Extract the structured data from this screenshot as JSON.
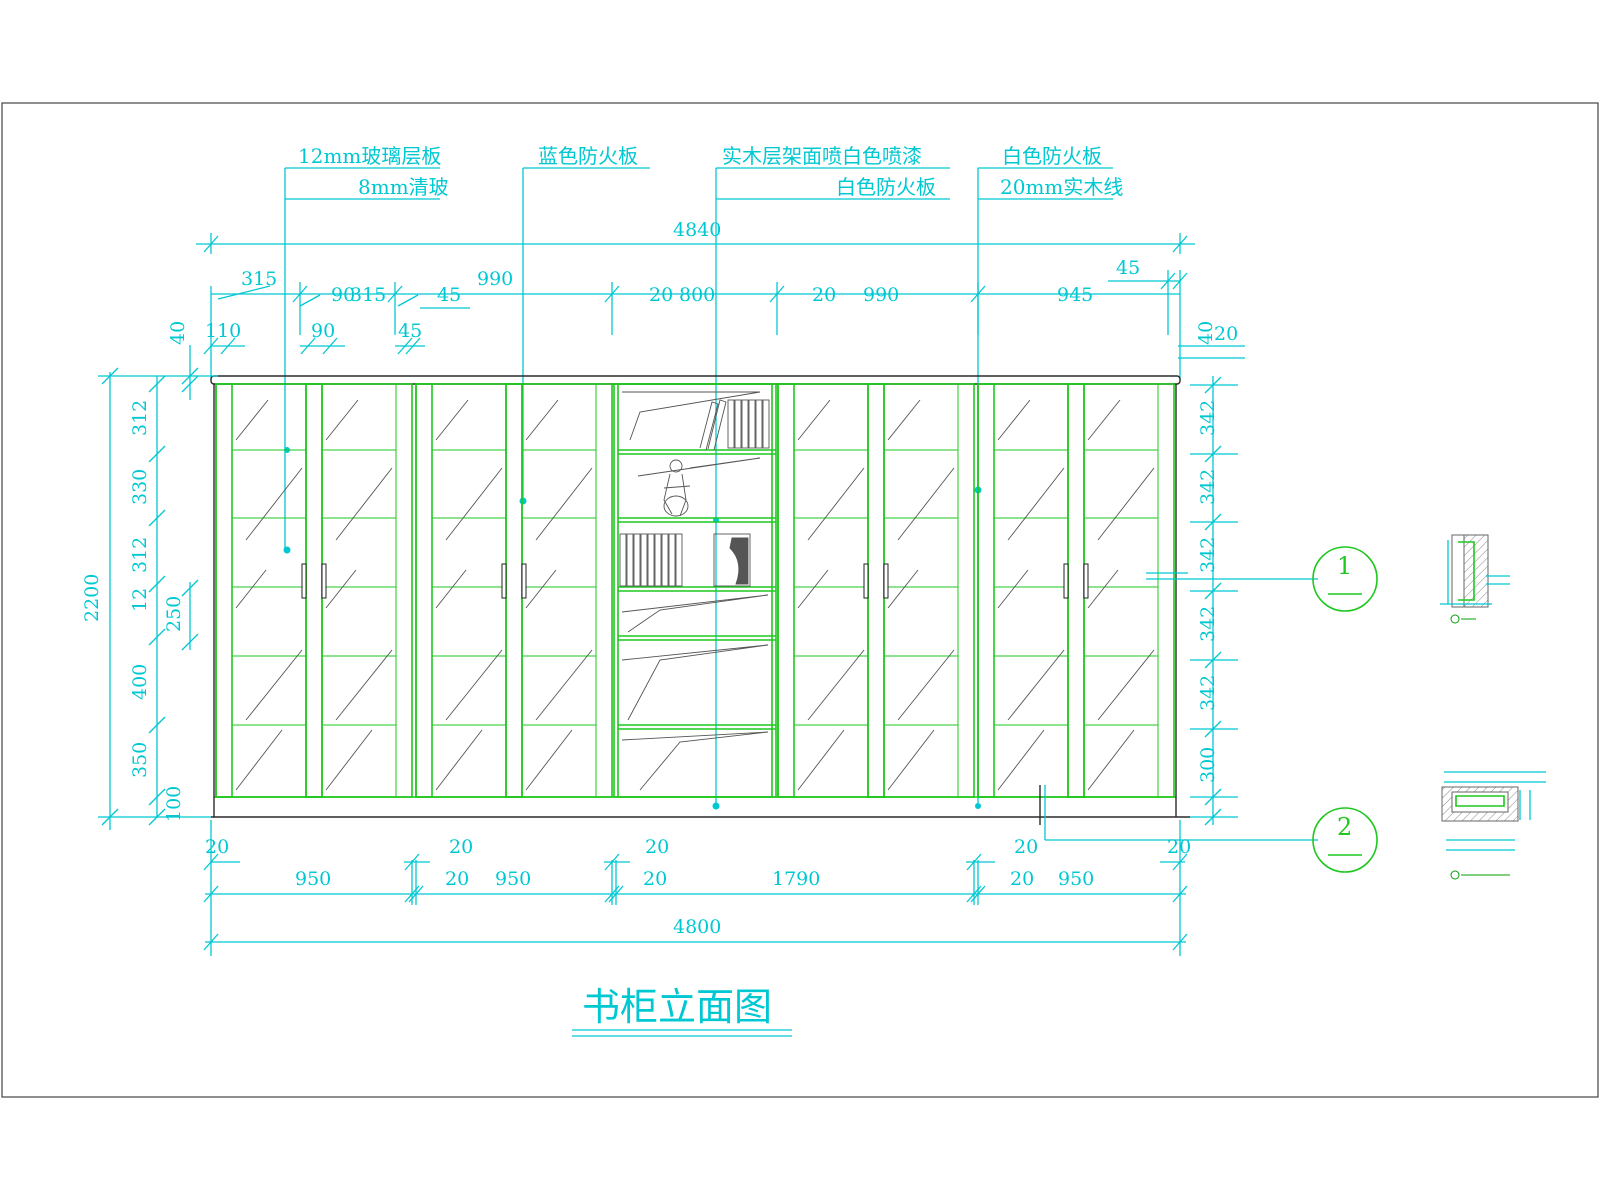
{
  "colors": {
    "cyan": "#00c8d2",
    "green": "#1ec81e",
    "black": "#222222"
  },
  "title": "书柜立面图",
  "callouts": {
    "c1_top": "12mm玻璃层板",
    "c1_bot": "8mm清玻",
    "c2_top": "蓝色防火板",
    "c3_top": "实木层架面喷白色喷漆",
    "c3_bot": "白色防火板",
    "c4_top": "白色防火板",
    "c4_bot": "20mm实木线"
  },
  "dims_top": {
    "overall": "4840",
    "r2": [
      "315",
      "90",
      "315",
      "45",
      "990",
      "20",
      "800",
      "20",
      "990",
      "945",
      "45"
    ],
    "r3": [
      "110",
      "90",
      "45",
      "40",
      "40",
      "20"
    ]
  },
  "dims_bottom": {
    "r1": [
      "20",
      "20",
      "20",
      "20",
      "20"
    ],
    "r2": [
      "950",
      "20",
      "950",
      "20",
      "1790",
      "20",
      "950"
    ],
    "overall": "4800"
  },
  "dims_left": {
    "overall": "2200",
    "inner": [
      "312",
      "330",
      "312",
      "12",
      "250",
      "400",
      "350",
      "100"
    ]
  },
  "dims_right": [
    "342",
    "342",
    "342",
    "342",
    "342",
    "300"
  ],
  "bubbles": {
    "b1": "1",
    "b2": "2"
  }
}
